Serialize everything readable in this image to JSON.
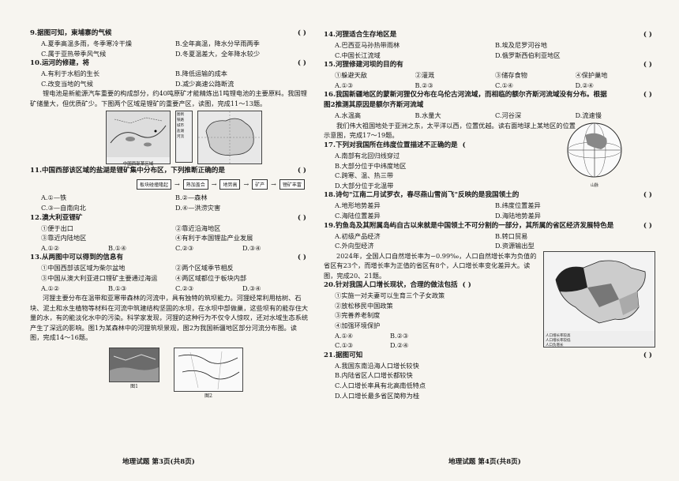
{
  "left": {
    "q9": {
      "stem": "9.据图可知，東埔寨的气候",
      "bracket": "(        )",
      "options": [
        "A.夏季高温多雨，冬季寒冷干燥",
        "B.全年高温，降水分早雨两季",
        "C.属于亚热带季风气候",
        "D.冬夏温差大，全年降水较少"
      ]
    },
    "q10": {
      "stem": "10.运河的修建，将",
      "bracket": "(        )",
      "options": [
        "A.有利于水稻的生长",
        "B.降低运输的成本",
        "C.改变当地的气候",
        "D.减少高速公路断流"
      ]
    },
    "para1": "锂电池是新能源汽车重要的构成部分，约40吨原矿才能精炼出1吨锂电池的主要原料。我国锂矿储量大，但优质矿少。下图两个区域是锂矿的重要产区，读图，完成11～13题。",
    "fig_left_caption": "中国西部某区域",
    "fig_legend": [
      "图例",
      "铁路",
      "城市",
      "盐湖",
      "河流"
    ],
    "q11": {
      "stem": "11.中国西部该区域的盐湖是锂矿集中分布区，下列推断正确的是",
      "bracket": "(        )",
      "flow": [
        "板块碰撞隆起",
        "熟加盖合",
        "地势高",
        "矿产",
        "锂矿丰富"
      ],
      "options": [
        "A.①—铁",
        "B.②—森林",
        "C.③—自南向北",
        "D.④—洪涝灾害"
      ]
    },
    "q12": {
      "stem": "12.澳大利亚锂矿",
      "bracket": "(        )",
      "options": [
        "①便于出口",
        "②靠近沿海地区",
        "③靠近内陆地区",
        "④有利于本国锂盐产业发展"
      ],
      "answers": [
        "A.①②",
        "B.①④",
        "C.②③",
        "D.③④"
      ]
    },
    "q13": {
      "stem": "13.从两图中可以得到的信息有",
      "bracket": "(        )",
      "options": [
        "①中国西部该区域为柴尔盆地",
        "②两个区域季节相反",
        "③中国从澳大利亚进口锂矿主要通过海运",
        "④两区域都位于板块内部"
      ],
      "answers": [
        "A.①②",
        "B.①③",
        "C.②③",
        "D.③④"
      ]
    },
    "para2": "河狸主要分布在温带和亚寒带森林的河流中，具有独特的筑坝能力。河狸经常利用枯树、石块、泥土和水生植物等材料在河流中筑建结构坚固的水坝，在水坝中部做巢，这些坝有的能存住大量的水，有的能淡化水中的污染。科学家发现，河狸的这种行为不仅令人惊叹，还对水域生态系统产生了深远的影响。图1为某森林中的河狸筑坝景观，图2为我国新疆地区部分河流分布图。读图，完成14～16题。",
    "fig1_label": "图1",
    "fig2_label": "图2",
    "footer": "地理试题   第3页(共8页)"
  },
  "right": {
    "q14": {
      "stem": "14.河狸适合生存地区是",
      "bracket": "(        )",
      "options": [
        "A.巴西亚马孙热带雨林",
        "B.埃及尼罗河谷地",
        "C.中国长江流域",
        "D.俄罗斯西伯利亚地区"
      ]
    },
    "q15": {
      "stem": "15.河狸修建河坝的目的有",
      "bracket": "(        )",
      "options": [
        "①躲避天敌",
        "②灌溉",
        "③储存食物",
        "④保护巢地"
      ],
      "answers": [
        "A.①③",
        "B.②③",
        "C.①④",
        "D.②④"
      ]
    },
    "q16": {
      "stem": "16.我国新疆地区的蒙新河狸仅分布在乌伦古河流域，而相临的额尔齐斯河流域没有分布。根据图2推测其原因是额尔齐斯河流域",
      "bracket": "(        )",
      "options": [
        "A.水温高",
        "B.水量大",
        "C.河谷深",
        "D.流速慢"
      ]
    },
    "para3": "我们伟大祖国地处于亚洲之东，太平洋以西，位置优越。读右面地球上某地区的位置示意图，完成17～19题。",
    "globe_caption": "山脉",
    "q17": {
      "stem": "17.下列对我国所在纬度位置描述不正确的是",
      "bracket": "(",
      "options": [
        "A.南部有北回归线穿过",
        "B.大部分位于中纬度地区",
        "C.跨寒、温、热三带",
        "D.大部分位于北温带"
      ]
    },
    "q18": {
      "stem": "18.诗句\"江南二月试罗衣，春尽燕山雪尚飞\"反映的是我国领土的",
      "bracket": "(        )",
      "options": [
        "A.地形地势差异",
        "B.纬度位置差异",
        "C.海陆位置差异",
        "D.海陆地势差异"
      ]
    },
    "q19": {
      "stem": "19.钓鱼岛及其附属岛屿自古以来就是中国领土不可分割的一部分，其所属的省区经济发展特色是",
      "bracket": "(        )",
      "options": [
        "A.初级产品经济",
        "B.转口贸易",
        "C.外向型经济",
        "D.资源输出型"
      ]
    },
    "para4": "2024年，全国人口自然增长率为−0.99‰，人口自然增长率为负值的省区有23个，而增长率为正值的省区有8个，人口增长率变化差异大。读图，完成20、21题。",
    "map_legend": [
      "人口增长率较高",
      "人口增长率较低",
      "人口负增长"
    ],
    "q20": {
      "stem": "20.针对我国人口增长现状，合理的做法包括",
      "bracket": "(        )",
      "options": [
        "①实施一对夫妻可以生育三个子女政策",
        "②放松移民中国政策",
        "③完善养老制度",
        "④加强环境保护"
      ],
      "answers": [
        "A.①④",
        "B.②③",
        "C.①③",
        "D.②④"
      ]
    },
    "q21": {
      "stem": "21.据图可知",
      "bracket": "(        )",
      "options": [
        "A.我国东南沿海人口增长较快",
        "B.内陆省区人口增长都较快",
        "C.人口增长率具有北高南低特点",
        "D.人口增长最多省区简称为桂"
      ]
    },
    "footer": "地理试题   第4页(共8页)"
  }
}
